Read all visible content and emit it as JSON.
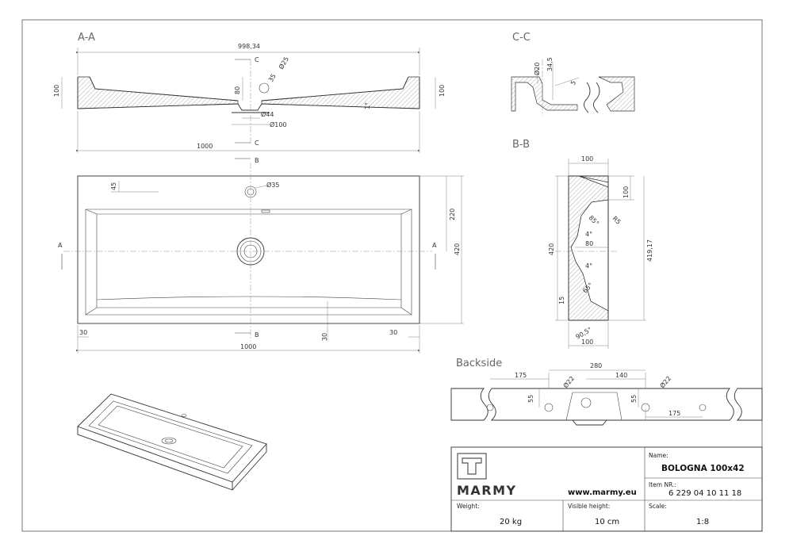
{
  "views": {
    "aa": {
      "title": "A-A",
      "dims": {
        "top_width": "998,34",
        "hole_dia": "Ø25",
        "hole_dia2": "35",
        "height_left": "100",
        "height_right": "100",
        "depth": "80",
        "slope": "1°",
        "drain_dia": "Ø44",
        "drain_outer": "Ø100",
        "total_width": "1000"
      },
      "section_letter": "C"
    },
    "cc": {
      "title": "C-C",
      "dims": {
        "d1": "Ø20",
        "d2": "34,5",
        "d3": "5"
      }
    },
    "bb": {
      "title": "B-B",
      "dims": {
        "top": "100",
        "right_h": "100",
        "radius": "R5",
        "angle1": "85°",
        "angle2": "4°",
        "width80": "80",
        "angle3": "4°",
        "angle4": "65°",
        "height_left": "420",
        "height_right": "419,17",
        "bottom15": "15",
        "angle5": "90,5°",
        "bottom": "100"
      }
    },
    "plan": {
      "section_b": "B",
      "section_a": "A",
      "dims": {
        "top45": "45",
        "hole": "Ø35",
        "depth220": "220",
        "height420": "420",
        "left30": "30",
        "mid30": "30",
        "right30": "30",
        "total_width": "1000"
      }
    },
    "backside": {
      "title": "Backside",
      "dims": {
        "d280": "280",
        "d175": "175",
        "d140": "140",
        "dia_left": "Ø22",
        "dia_right": "Ø22",
        "d55_left": "55",
        "d55_right": "55",
        "d175_bottom": "175"
      }
    }
  },
  "title_block": {
    "brand": "MARMY",
    "website": "www.marmy.eu",
    "name_label": "Name:",
    "name_value": "BOLOGNA 100x42",
    "item_label": "Item NR.:",
    "item_value": "6 229 04 10 11 18",
    "weight_label": "Weight:",
    "weight_value": "20 kg",
    "visible_label": "Visible height:",
    "visible_value": "10 cm",
    "scale_label": "Scale:",
    "scale_value": "1:8"
  }
}
